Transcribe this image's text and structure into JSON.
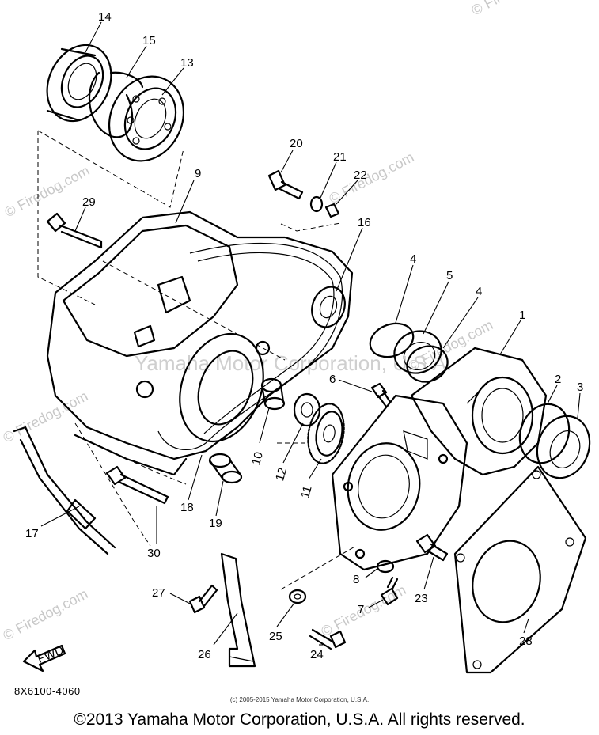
{
  "diagram": {
    "code": "8X6100-4060",
    "small_copyright": "(c) 2005-2015 Yamaha Motor Corporation, U.S.A.",
    "footer_copyright": "©2013 Yamaha Motor Corporation, U.S.A. All rights reserved.",
    "watermarks": [
      "© Firedog.com",
      "© Firedog.com",
      "© Firedog.com",
      "© Firedog.com",
      "© Firedog.com",
      "© Firedog.com",
      "© Firedog.com"
    ],
    "center_watermark": "Yamaha Motor Corporation, U.S.A.",
    "fwd_label": "FWD",
    "callouts": {
      "c1": "1",
      "c2": "2",
      "c3": "3",
      "c4a": "4",
      "c4b": "4",
      "c5": "5",
      "c6": "6",
      "c7": "7",
      "c8": "8",
      "c9": "9",
      "c10": "10",
      "c11": "11",
      "c12": "12",
      "c13": "13",
      "c14": "14",
      "c15": "15",
      "c16": "16",
      "c17": "17",
      "c18": "18",
      "c19": "19",
      "c20": "20",
      "c21": "21",
      "c22": "22",
      "c23": "23",
      "c24": "24",
      "c25": "25",
      "c26": "26",
      "c27": "27",
      "c28": "28",
      "c29": "29",
      "c30": "30"
    }
  }
}
